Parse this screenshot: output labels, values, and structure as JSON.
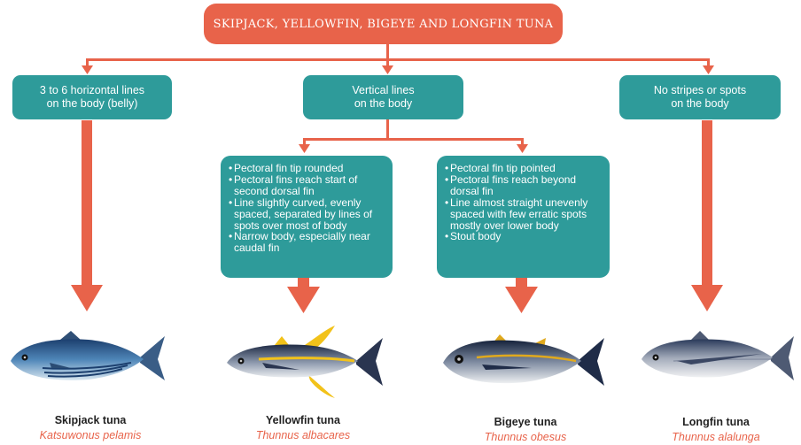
{
  "title": "SKIPJACK, YELLOWFIN, BIGEYE AND LONGFIN TUNA",
  "branches": [
    {
      "line1": "3 to 6 horizontal lines",
      "line2": "on the body (belly)"
    },
    {
      "line1": "Vertical lines",
      "line2": "on the body"
    },
    {
      "line1": "No stripes or spots",
      "line2": "on the body"
    }
  ],
  "yellowfin_features": [
    "Pectoral fin tip rounded",
    "Pectoral fins reach start of second dorsal fin",
    "Line slightly curved, evenly spaced, separated by lines of spots over most of body",
    "Narrow body, especially near caudal fin"
  ],
  "bigeye_features": [
    "Pectoral fin tip pointed",
    "Pectoral fins reach beyond dorsal fin",
    "Line almost straight unevenly spaced with few erratic spots mostly over lower body",
    "Stout body"
  ],
  "species": [
    {
      "common": "Skipjack tuna",
      "scientific": "Katsuwonus pelamis"
    },
    {
      "common": "Yellowfin tuna",
      "scientific": "Thunnus albacares"
    },
    {
      "common": "Bigeye tuna",
      "scientific": "Thunnus obesus"
    },
    {
      "common": "Longfin tuna",
      "scientific": "Thunnus alalunga"
    }
  ],
  "colors": {
    "accent": "#e8634a",
    "teal": "#2e9b9a"
  }
}
